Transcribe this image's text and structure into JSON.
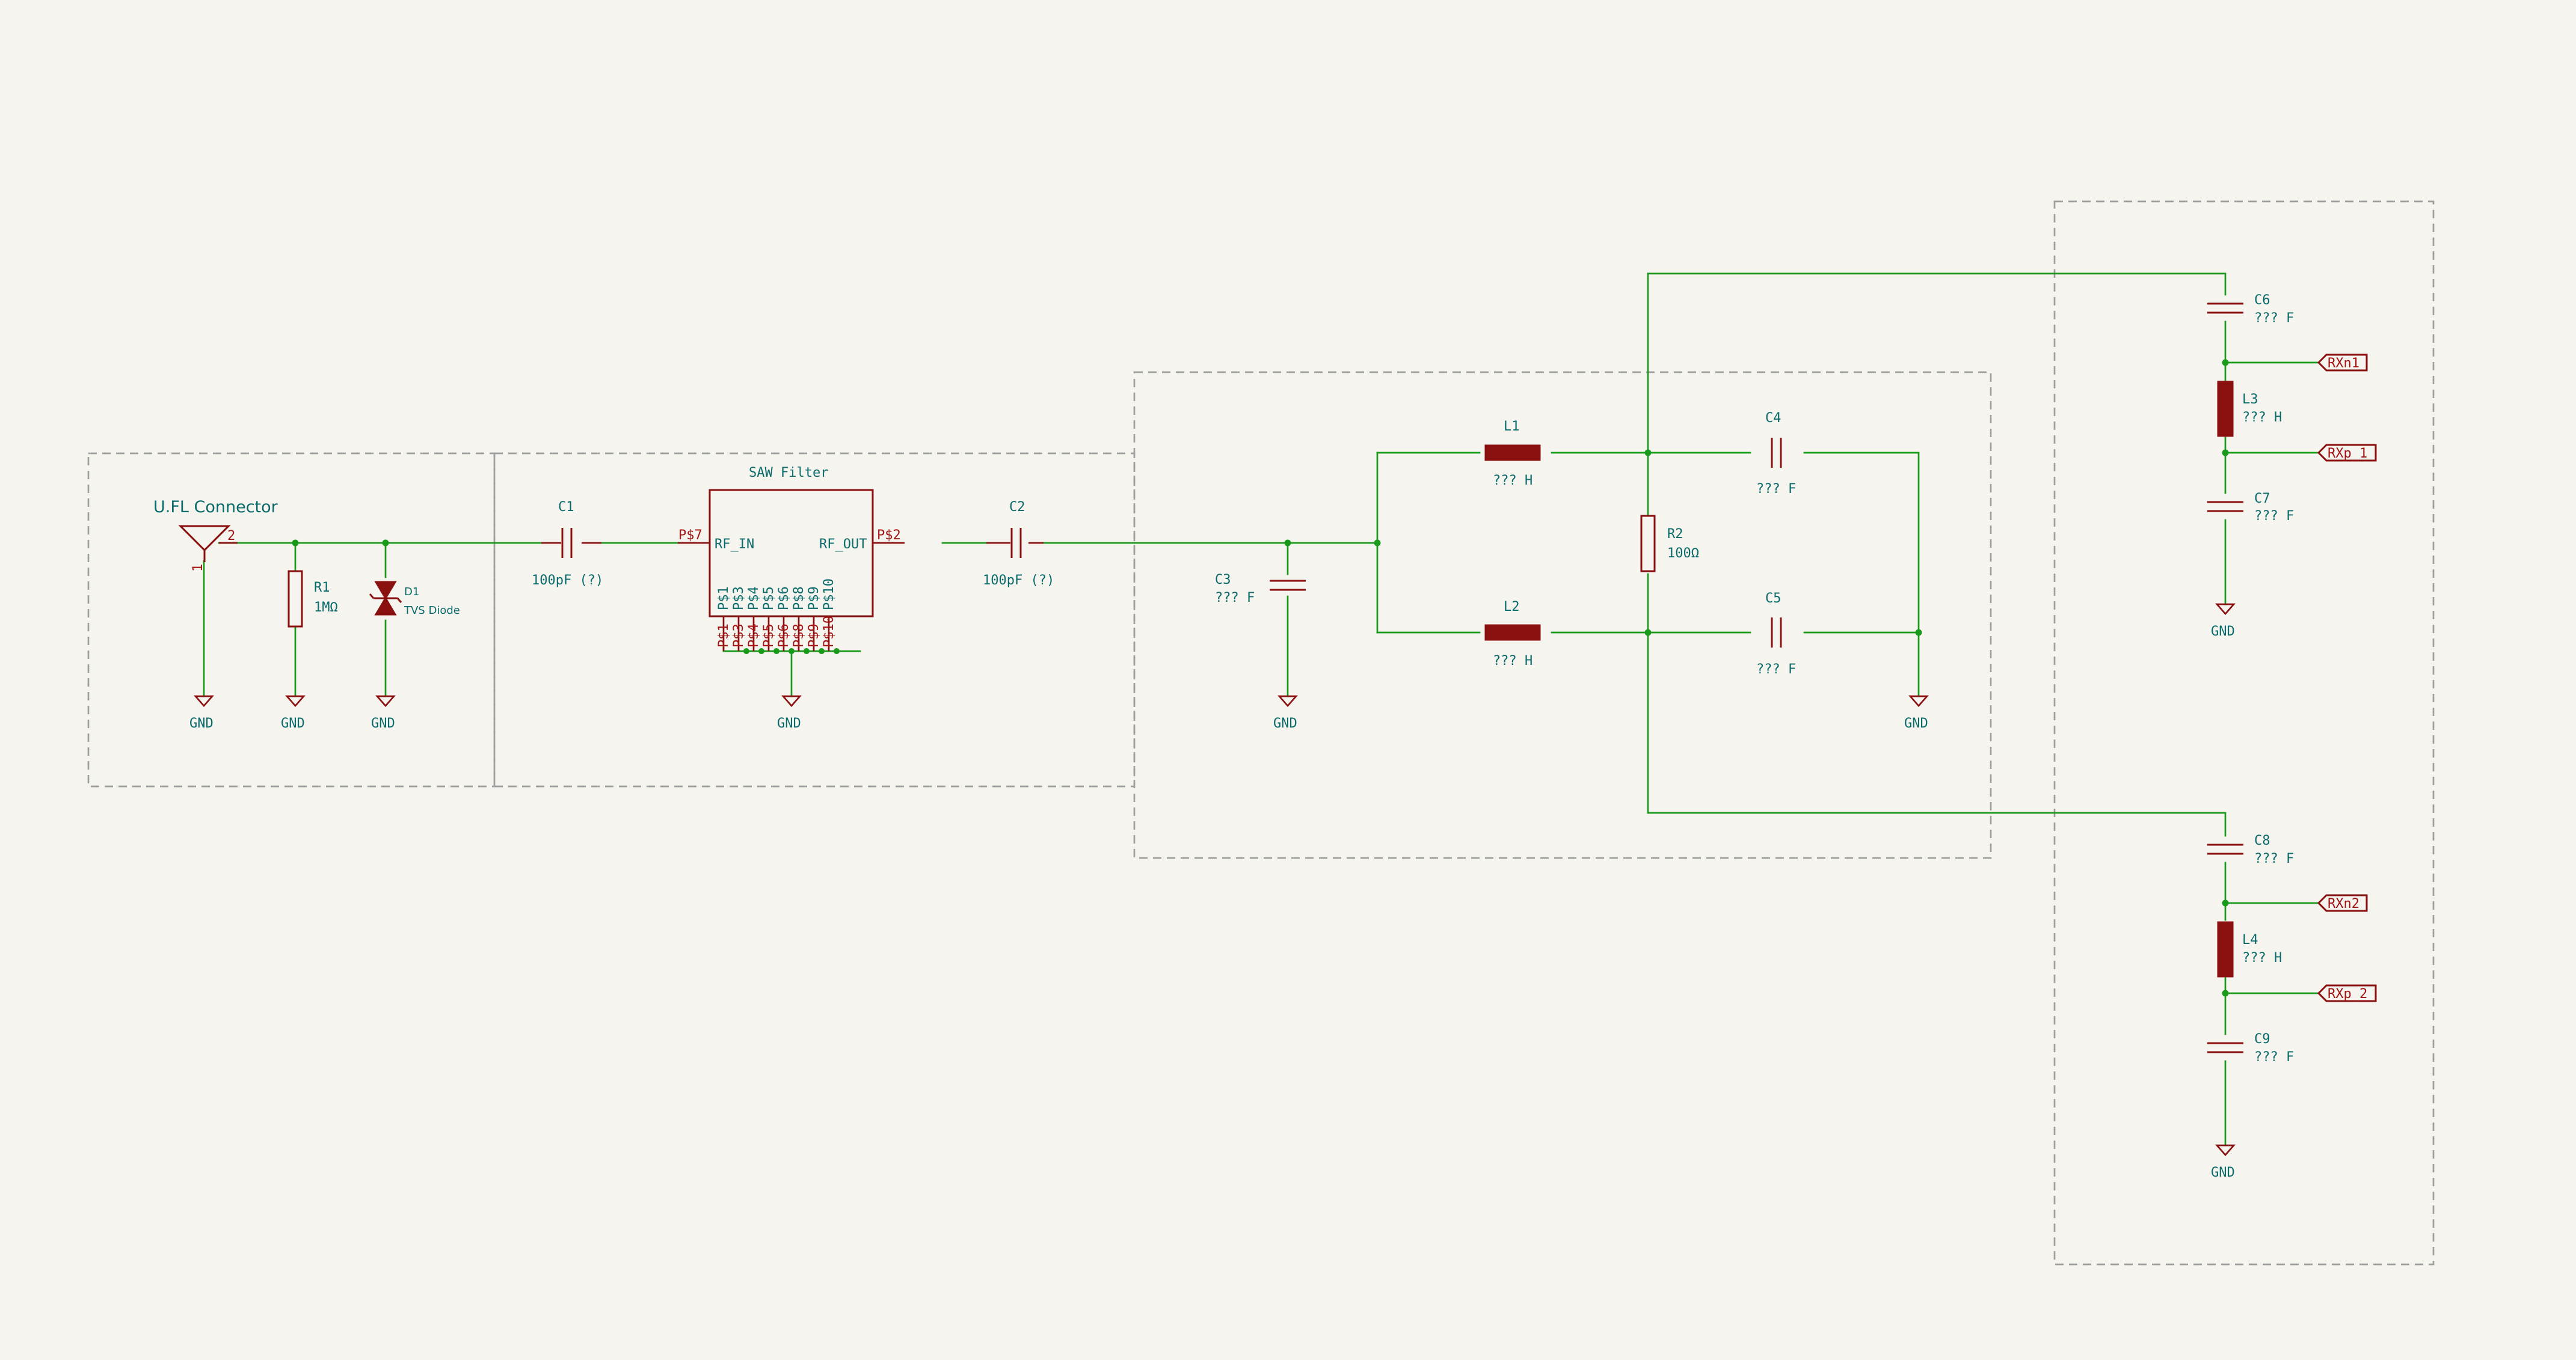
{
  "colors": {
    "wire": "#1a9a1a",
    "symbol": "#8b1010",
    "text": "#0b6b6b",
    "background": "#f5f4ef",
    "frame": "#9e9e9e"
  },
  "connector": {
    "title": "U.FL Connector",
    "pin1": "1",
    "pin2": "2"
  },
  "parts": {
    "R1": {
      "ref": "R1",
      "value": "1MΩ"
    },
    "D1": {
      "ref": "D1",
      "value": "TVS Diode"
    },
    "C1": {
      "ref": "C1",
      "value": "100pF (?)"
    },
    "C2": {
      "ref": "C2",
      "value": "100pF (?)"
    },
    "C3": {
      "ref": "C3",
      "value": "??? F"
    },
    "L1": {
      "ref": "L1",
      "value": "??? H"
    },
    "L2": {
      "ref": "L2",
      "value": "??? H"
    },
    "C4": {
      "ref": "C4",
      "value": "??? F"
    },
    "C5": {
      "ref": "C5",
      "value": "??? F"
    },
    "R2": {
      "ref": "R2",
      "value": "100Ω"
    },
    "C6": {
      "ref": "C6",
      "value": "??? F"
    },
    "L3": {
      "ref": "L3",
      "value": "??? H"
    },
    "C7": {
      "ref": "C7",
      "value": "??? F"
    },
    "C8": {
      "ref": "C8",
      "value": "??? F"
    },
    "L4": {
      "ref": "L4",
      "value": "??? H"
    },
    "C9": {
      "ref": "C9",
      "value": "??? F"
    }
  },
  "saw": {
    "title": "SAW Filter",
    "rf_in": "RF_IN",
    "rf_out": "RF_OUT",
    "pin_in": "P$7",
    "pin_out": "P$2",
    "pins_inner": [
      "P$1",
      "P$3",
      "P$4",
      "P$5",
      "P$6",
      "P$8",
      "P$9",
      "P$10"
    ],
    "pins_outer": [
      "P$1",
      "P$3",
      "P$4",
      "P$5",
      "P$6",
      "P$8",
      "P$9",
      "P$10"
    ]
  },
  "gnd_label": "GND",
  "net_labels": [
    "RXn1",
    "RXp_1",
    "RXn2",
    "RXp_2"
  ]
}
